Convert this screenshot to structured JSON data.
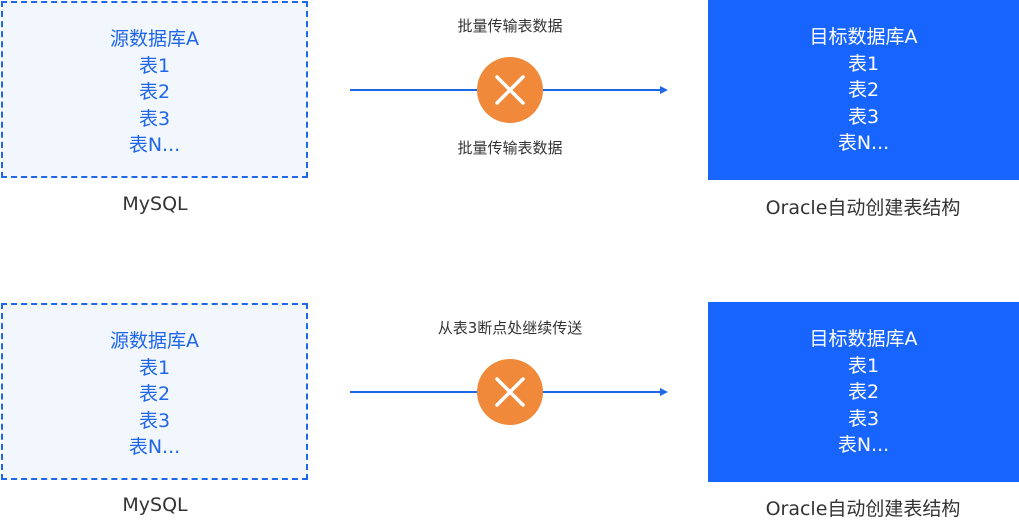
{
  "colors": {
    "source_border": "#1f66e8",
    "source_fill": "#f2f6fd",
    "target_fill": "#1764ff",
    "arrow": "#1f66e8",
    "fail_icon": "#f0893a"
  },
  "row1": {
    "source": {
      "title": "源数据库A",
      "tables": [
        "表1",
        "表2",
        "表3",
        "表N..."
      ],
      "caption": "MySQL"
    },
    "arrow": {
      "label_top": "批量传输表数据",
      "label_bottom": "批量传输表数据",
      "status_icon": "close-x-icon"
    },
    "target": {
      "title": "目标数据库A",
      "tables": [
        "表1",
        "表2",
        "表3",
        "表N..."
      ],
      "caption": "Oracle自动创建表结构"
    }
  },
  "row2": {
    "source": {
      "title": "源数据库A",
      "tables": [
        "表1",
        "表2",
        "表3",
        "表N..."
      ],
      "caption": "MySQL"
    },
    "arrow": {
      "label_top": "从表3断点处继续传送",
      "status_icon": "close-x-icon"
    },
    "target": {
      "title": "目标数据库A",
      "tables": [
        "表1",
        "表2",
        "表3",
        "表N..."
      ],
      "caption": "Oracle自动创建表结构"
    }
  }
}
